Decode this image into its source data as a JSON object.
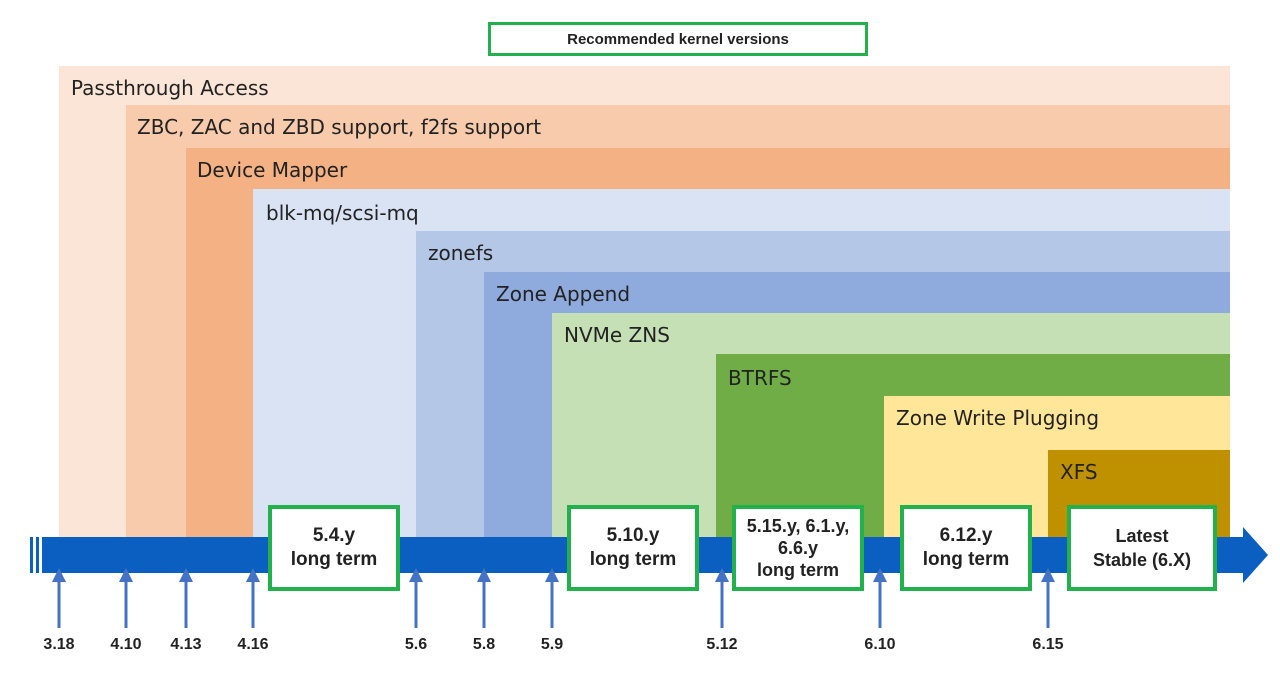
{
  "legend": {
    "label": "Recommended kernel versions",
    "color": "#22b14c"
  },
  "features": [
    {
      "label": "Passthrough Access",
      "color": "#fbe5d6"
    },
    {
      "label": "ZBC, ZAC and ZBD support, f2fs support",
      "color": "#f8cbad"
    },
    {
      "label": "Device Mapper",
      "color": "#f4b183"
    },
    {
      "label": "blk-mq/scsi-mq",
      "color": "#dae3f3"
    },
    {
      "label": "zonefs",
      "color": "#b4c7e7"
    },
    {
      "label": "Zone Append",
      "color": "#8faadc"
    },
    {
      "label": "NVMe ZNS",
      "color": "#c5e0b4"
    },
    {
      "label": "BTRFS",
      "color": "#70ad47"
    },
    {
      "label": "Zone Write Plugging",
      "color": "#ffe699"
    },
    {
      "label": "XFS",
      "color": "#bf9000"
    }
  ],
  "timeline": {
    "color": "#0b5fc0",
    "arrow_color": "#4472c4",
    "versions": [
      "3.18",
      "4.10",
      "4.13",
      "4.16",
      "5.6",
      "5.8",
      "5.9",
      "5.12",
      "6.10",
      "6.15"
    ]
  },
  "recommended": [
    {
      "label": "5.4.y\nlong term"
    },
    {
      "label": "5.10.y\nlong term"
    },
    {
      "label": "5.15.y, 6.1.y,\n6.6.y\nlong term"
    },
    {
      "label": "6.12.y\nlong term"
    },
    {
      "label": "Latest\nStable (6.X)"
    }
  ]
}
